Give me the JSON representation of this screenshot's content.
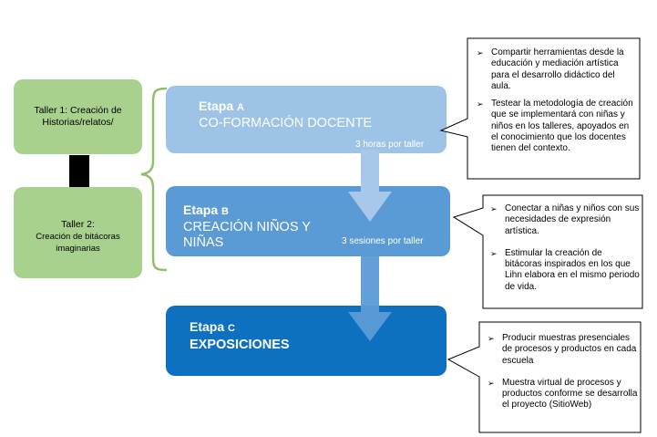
{
  "workshops": [
    {
      "lines": [
        "Taller 1: Creación de",
        "Historias/relatos/"
      ]
    },
    {
      "lines": [
        "Taller 2:",
        "Creación de bitácoras",
        "imaginarias"
      ]
    }
  ],
  "stages": [
    {
      "label": "Etapa",
      "letter": "A",
      "title_lines": [
        "CO-FORMACIÓN DOCENTE"
      ],
      "note": "3 horas por taller",
      "color": "#9dc3e6",
      "bullets": [
        "Compartir herramientas desde la educación y mediación artística para el desarrollo didáctico del aula.",
        "Testear la metodología de creación que se implementará con niñas y niños en los talleres, apoyados en el conocimiento que los docentes tienen del contexto."
      ]
    },
    {
      "label": "Etapa",
      "letter": "B",
      "title_lines": [
        "CREACIÓN NIÑOS Y",
        "NIÑAS"
      ],
      "note": "3 sesiones por taller",
      "color": "#5b9bd5",
      "bullets": [
        "Conectar a niñas y niños con sus necesidades de expresión artística.",
        "Estimular la creación de bitácoras inspirados en los que Lihn elabora en el mismo periodo de vida."
      ]
    },
    {
      "label": "Etapa",
      "letter": "C",
      "title_lines": [
        "EXPOSICIONES"
      ],
      "note": "",
      "color": "#0e70c0",
      "bullets": [
        "Producir muestras presenciales de procesos y productos en cada escuela",
        "Muestra virtual de procesos y productos conforme se desarrolla el proyecto (SitioWeb)"
      ]
    }
  ],
  "bullet_glyph": "➢",
  "colors": {
    "green": "#a9d18e",
    "green_line": "#8fbf6c",
    "arrow": "#a7c8ea",
    "black_arrow": "#000000"
  }
}
